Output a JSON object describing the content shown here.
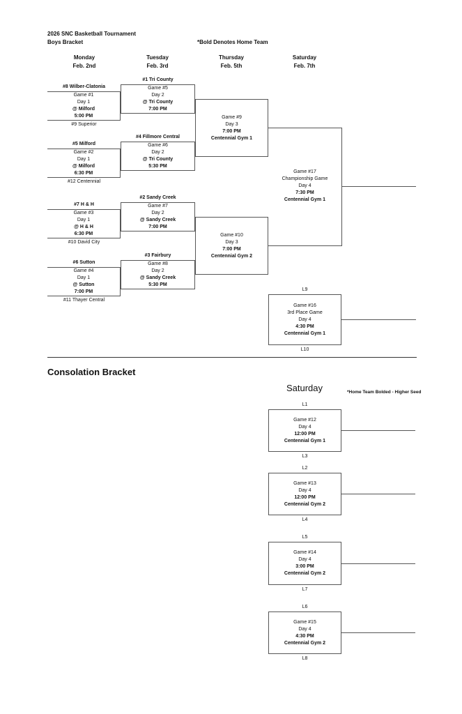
{
  "page": {
    "title_line1": "2026 SNC Basketball Tournament",
    "title_line2": "Boys Bracket",
    "bold_note": "*Bold Denotes Home Team",
    "columns": [
      {
        "day": "Monday",
        "date": "Feb. 2nd"
      },
      {
        "day": "Tuesday",
        "date": "Feb. 3rd"
      },
      {
        "day": "Thursday",
        "date": "Feb. 5th"
      },
      {
        "day": "Saturday",
        "date": "Feb. 7th"
      }
    ]
  },
  "main_bracket": {
    "round1": [
      {
        "top_team": "#8 Wilber-Clatonia",
        "bottom_team": "#9 Superior",
        "game": "Game #1",
        "day": "Day 1",
        "site": "@ Milford",
        "time": "5:00 PM"
      },
      {
        "top_team": "#5 Milford",
        "bottom_team": "#12 Centennial",
        "game": "Game #2",
        "day": "Day 1",
        "site": "@ Milford",
        "time": "6:30 PM"
      },
      {
        "top_team": "#7 H & H",
        "bottom_team": "#10 David City",
        "game": "Game #3",
        "day": "Day 1",
        "site": "@ H & H",
        "time": "6:30 PM"
      },
      {
        "top_team": "#6 Sutton",
        "bottom_team": "#11 Thayer Central",
        "game": "Game #4",
        "day": "Day 1",
        "site": "@ Sutton",
        "time": "7:00 PM"
      }
    ],
    "round2": [
      {
        "top_team": "#1 Tri County",
        "game": "Game #5",
        "day": "Day 2",
        "site": "@ Tri County",
        "time": "7:00 PM"
      },
      {
        "top_team": "#4 Fillmore Central",
        "game": "Game #6",
        "day": "Day 2",
        "site": "@ Tri County",
        "time": "5:30 PM"
      },
      {
        "top_team": "#2 Sandy Creek",
        "game": "Game #7",
        "day": "Day 2",
        "site": "@ Sandy Creek",
        "time": "7:00 PM"
      },
      {
        "top_team": "#3 Fairbury",
        "game": "Game #8",
        "day": "Day 2",
        "site": "@ Sandy Creek",
        "time": "5:30 PM"
      }
    ],
    "semis": [
      {
        "game": "Game #9",
        "day": "Day 3",
        "time": "7:00 PM",
        "venue": "Centennial Gym 1"
      },
      {
        "game": "Game #10",
        "day": "Day 3",
        "time": "7:00 PM",
        "venue": "Centennial Gym 2"
      }
    ],
    "championship": {
      "game": "Game #17",
      "label": "Championship Game",
      "day": "Day 4",
      "time": "7:30 PM",
      "venue": "Centennial Gym 1"
    },
    "third_place": {
      "game": "Game #16",
      "label": "3rd Place Game",
      "day": "Day 4",
      "time": "4:30 PM",
      "venue": "Centennial Gym 1",
      "top_team": "L9",
      "bottom_team": "L10"
    }
  },
  "consolation": {
    "heading": "Consolation Bracket",
    "day_header": "Saturday",
    "note": "*Home Team Bolded - Higher Seed",
    "games": [
      {
        "top_team": "L1",
        "bottom_team": "L3",
        "game": "Game #12",
        "day": "Day 4",
        "time": "12:00 PM",
        "venue": "Centennial Gym 1"
      },
      {
        "top_team": "L2",
        "bottom_team": "L4",
        "game": "Game #13",
        "day": "Day 4",
        "time": "12:00 PM",
        "venue": "Centennial Gym 2"
      },
      {
        "top_team": "L5",
        "bottom_team": "L7",
        "game": "Game #14",
        "day": "Day 4",
        "time": "3:00 PM",
        "venue": "Centennial Gym 2"
      },
      {
        "top_team": "L6",
        "bottom_team": "L8",
        "game": "Game #15",
        "day": "Day 4",
        "time": "4:30 PM",
        "venue": "Centennial Gym 2"
      }
    ]
  }
}
